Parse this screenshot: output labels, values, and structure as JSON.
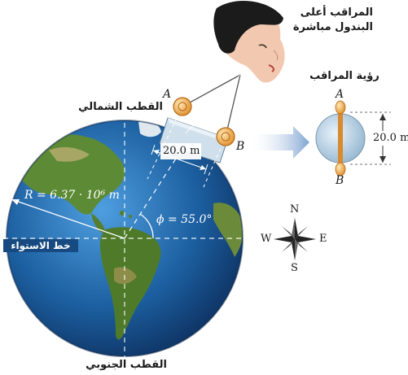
{
  "observer_caption": {
    "line1": "المراقب أعلى",
    "line2": "البندول مباشرة"
  },
  "observer_view_title": "رؤية المراقب",
  "north_pole_label": "القطب الشمالي",
  "south_pole_label": "القطب الجنوبي",
  "equator_label": "خط الاستواء",
  "radius_label": "R = 6.37 · 10⁶ m",
  "latitude_label": "ϕ = 55.0°",
  "swing_width_label": "20.0 m",
  "view_width_label": "20.0 m",
  "bob_a_label": "A",
  "bob_b_label": "B",
  "view_a_label": "A",
  "view_b_label": "B",
  "compass": {
    "north": "N",
    "south": "S",
    "east": "E",
    "west": "W"
  },
  "colors": {
    "ocean": "#1c5fa0",
    "land": "#4f7d2e",
    "pendulum_bob": "#f0a440",
    "platform": "#9fc3dc",
    "arrow": "#8aaed6"
  }
}
